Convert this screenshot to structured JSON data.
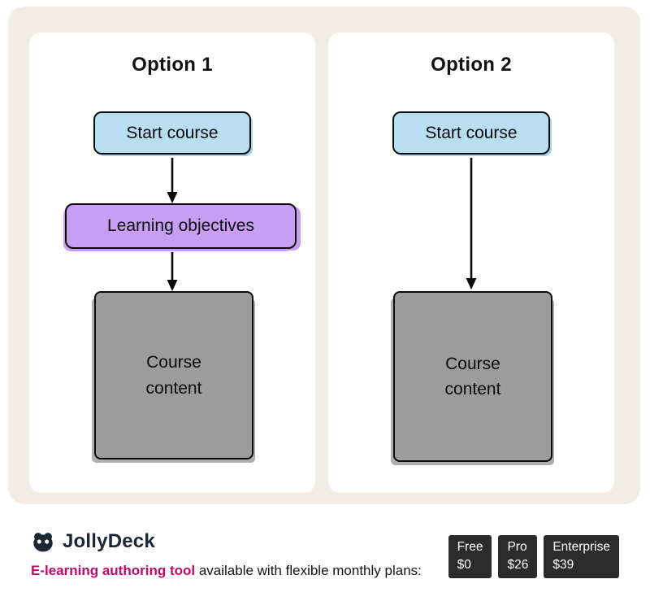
{
  "diagram": {
    "options": [
      {
        "title": "Option 1",
        "nodes": [
          {
            "label": "Start course",
            "type": "blue"
          },
          {
            "label": "Learning objectives",
            "type": "purple"
          },
          {
            "label": "Course\ncontent",
            "type": "gray"
          }
        ]
      },
      {
        "title": "Option 2",
        "nodes": [
          {
            "label": "Start course",
            "type": "blue"
          },
          {
            "label": "Course\ncontent",
            "type": "gray"
          }
        ]
      }
    ]
  },
  "footer": {
    "brand": "JollyDeck",
    "tagline_highlight": "E-learning authoring tool",
    "tagline_rest": " available with flexible monthly plans:",
    "plans": [
      {
        "name": "Free",
        "price": "$0"
      },
      {
        "name": "Pro",
        "price": "$26"
      },
      {
        "name": "Enterprise",
        "price": "$39"
      }
    ]
  },
  "icons": {
    "logo": "jollydeck-mask-icon",
    "arrow": "arrow-down"
  },
  "colors": {
    "board_bg": "#f2ede4",
    "panel_bg": "#ffffff",
    "node_blue": "#b9def2",
    "node_purple": "#c89df4",
    "node_gray": "#9c9c9c",
    "ink": "#0b0b0b",
    "brand_navy": "#1b2737",
    "highlight_pink": "#bf0a6b",
    "badge_bg": "#2b2b2b"
  }
}
